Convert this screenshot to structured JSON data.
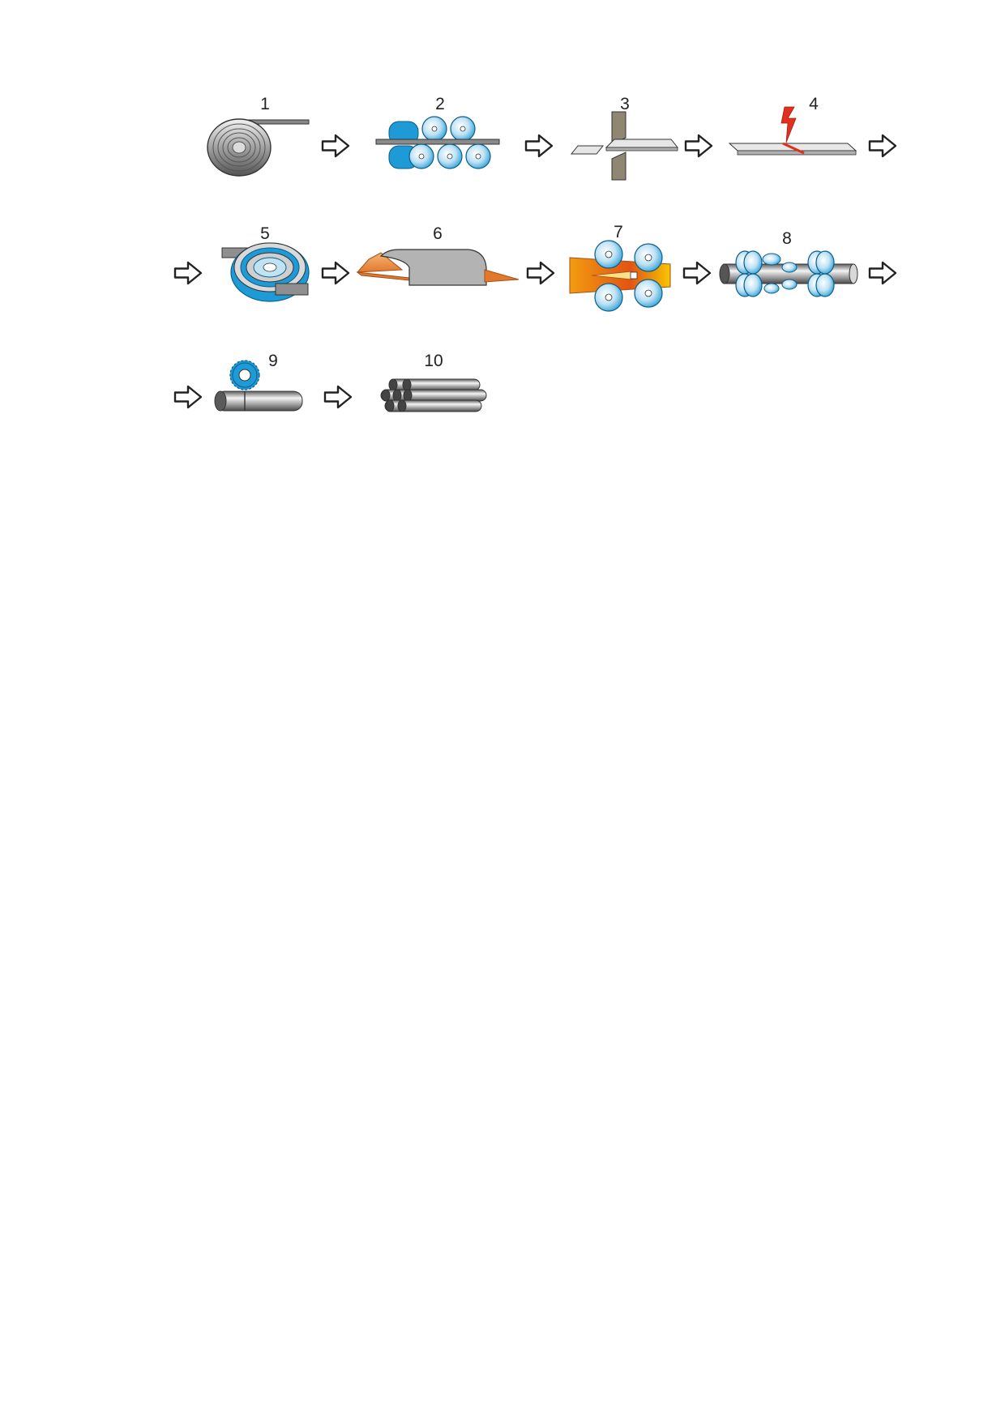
{
  "steps": [
    {
      "number": "1",
      "icon": "steel-coil-icon"
    },
    {
      "number": "2",
      "icon": "leveling-rollers-icon"
    },
    {
      "number": "3",
      "icon": "shear-cutter-icon"
    },
    {
      "number": "4",
      "icon": "strip-end-welding-icon"
    },
    {
      "number": "5",
      "icon": "strip-accumulator-icon"
    },
    {
      "number": "6",
      "icon": "forming-section-icon"
    },
    {
      "number": "7",
      "icon": "hf-welding-rollers-icon"
    },
    {
      "number": "8",
      "icon": "sizing-rollers-icon"
    },
    {
      "number": "9",
      "icon": "saw-cutting-icon"
    },
    {
      "number": "10",
      "icon": "finished-pipes-icon"
    }
  ],
  "colors": {
    "roller_blue": "#1e9ad6",
    "steel_gray": "#a8a8a8",
    "spark_red": "#e0301e",
    "heat_orange": "#e87a10",
    "heat_yellow": "#f7c600",
    "arrow_stroke": "#222222"
  }
}
